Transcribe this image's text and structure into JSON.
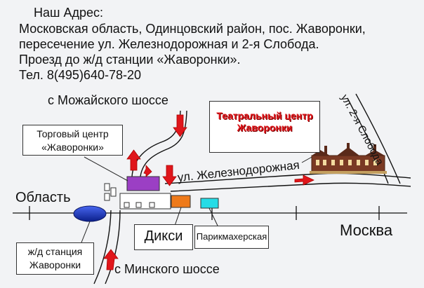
{
  "address": {
    "heading": "Наш Адрес:",
    "line1": "Московская область, Одинцовский район, пос. Жаворонки,",
    "line2": "пересечение ул. Железнодорожная и 2-я Слобода.",
    "line3": "Проезд до ж/д станции «Жаворонки».",
    "phone": "Тел. 8(495)640-78-20"
  },
  "map": {
    "from_mozhaisk": "с Можайского шоссе",
    "from_minsk": "с Минского шоссе",
    "region": "Область",
    "moscow": "Москва",
    "street_railway": "ул. Железнодорожная",
    "street_sloboda": "ул. 2-я Слобода",
    "mall_line1": "Торговый центр",
    "mall_line2": "«Жаворонки»",
    "station_line1": "ж/д станция",
    "station_line2": "Жаворонки",
    "dixy": "Дикси",
    "hairdresser": "Парикмахерская",
    "theatre_line1": "Театральный центр",
    "theatre_line2": "Жаворонки"
  },
  "colors": {
    "arrow": "#e0161b",
    "mall": "#9b3fc4",
    "dixy": "#ee7a1a",
    "hairdresser": "#27dce6",
    "station": "#1333bb",
    "theatre_text": "#e0161b"
  }
}
